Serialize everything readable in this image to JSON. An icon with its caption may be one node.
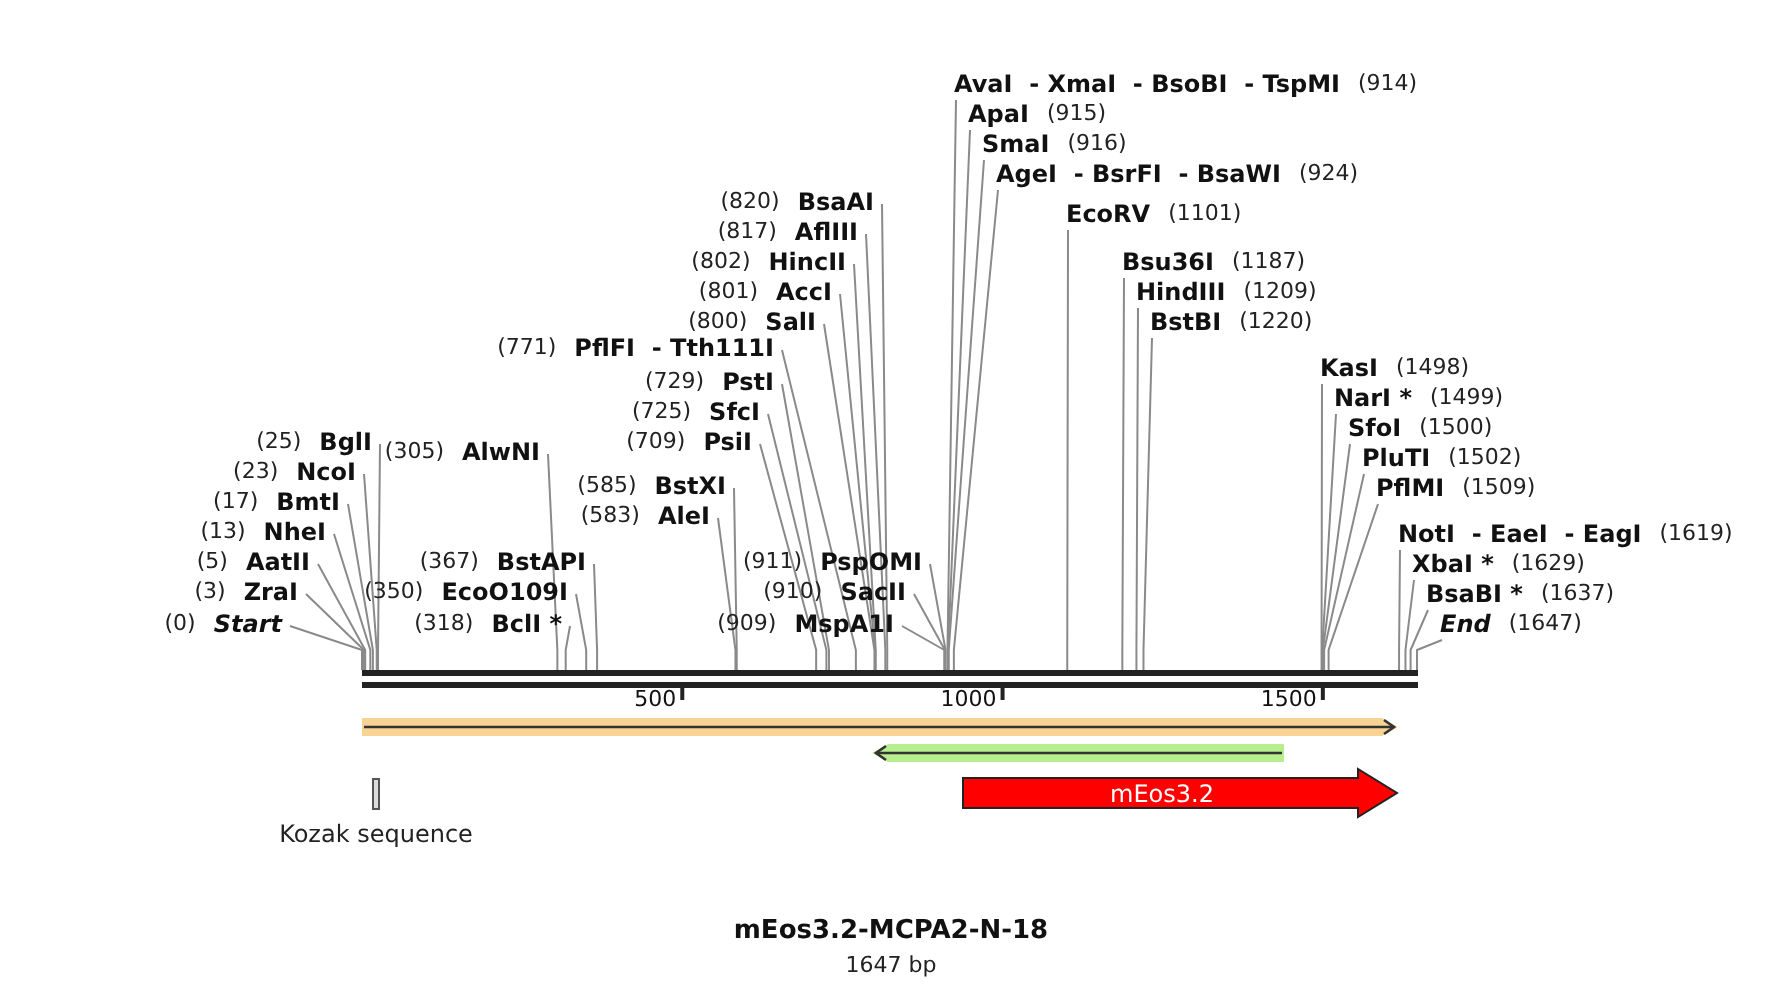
{
  "diagram": {
    "title": "mEos3.2-MCPA2-N-18",
    "caption": "1647 bp",
    "nodes": [
      {
        "text": [
          "AvaI  - XmaI  - BsoBI  - TspMI",
          "(914)"
        ]
      },
      {
        "text": [
          "ApaI",
          "(915)"
        ]
      },
      {
        "text": [
          "SmaI",
          "(916)"
        ]
      },
      {
        "text": [
          "AgeI  - BsrFI  - BsaWI",
          "(924)"
        ]
      },
      {
        "text": [
          "(820)",
          "BsaAI"
        ]
      },
      {
        "text": [
          "EcoRV",
          "(1101)"
        ]
      },
      {
        "text": [
          "(817)",
          "AflIII"
        ]
      },
      {
        "text": [
          "(802)",
          "HincII"
        ]
      },
      {
        "text": [
          "Bsu36I",
          "(1187)"
        ]
      },
      {
        "text": [
          "(801)",
          "AccI"
        ]
      },
      {
        "text": [
          "HindIII",
          "(1209)"
        ]
      },
      {
        "text": [
          "(800)",
          "SalI"
        ]
      },
      {
        "text": [
          "BstBI",
          "(1220)"
        ]
      },
      {
        "text": [
          "(771)",
          "PflFI  - Tth111I"
        ]
      },
      {
        "text": [
          "KasI",
          "(1498)"
        ]
      },
      {
        "text": [
          "(729)",
          "PstI"
        ]
      },
      {
        "text": [
          "NarI *",
          "(1499)"
        ]
      },
      {
        "text": [
          "(725)",
          "SfcI"
        ]
      },
      {
        "text": [
          "SfoI",
          "(1500)"
        ]
      },
      {
        "text": [
          "(25)",
          "BglI"
        ]
      },
      {
        "text": [
          "(709)",
          "PsiI"
        ]
      },
      {
        "text": [
          "(305)",
          "AlwNI"
        ]
      },
      {
        "text": [
          "PluTI",
          "(1502)"
        ]
      },
      {
        "text": [
          "(23)",
          "NcoI"
        ]
      },
      {
        "text": [
          "(585)",
          "BstXI"
        ]
      },
      {
        "text": [
          "PflMI",
          "(1509)"
        ]
      },
      {
        "text": [
          "(17)",
          "BmtI"
        ]
      },
      {
        "text": [
          "(583)",
          "AleI"
        ]
      },
      {
        "text": [
          "NotI  - EaeI  - EagI",
          "(1619)"
        ]
      },
      {
        "text": [
          "(13)",
          "NheI"
        ]
      },
      {
        "text": [
          "(5)",
          "AatII"
        ]
      },
      {
        "text": [
          "(367)",
          "BstAPI"
        ]
      },
      {
        "text": [
          "(911)",
          "PspOMI"
        ]
      },
      {
        "text": [
          "XbaI *",
          "(1629)"
        ]
      },
      {
        "text": [
          "(3)",
          "ZraI"
        ]
      },
      {
        "text": [
          "(350)",
          "EcoO109I"
        ]
      },
      {
        "text": [
          "(910)",
          "SacII"
        ]
      },
      {
        "text": [
          "BsaBI *",
          "(1637)"
        ]
      },
      {
        "text": [
          "(0)",
          "Start"
        ]
      },
      {
        "text": [
          "(318)",
          "BclI *"
        ]
      },
      {
        "text": [
          "(909)",
          "MspA1I"
        ]
      },
      {
        "text": [
          "End",
          "(1647)"
        ]
      },
      {
        "text": [],
        "shape": "bar"
      },
      {
        "text": [],
        "shape": "arrow"
      },
      {
        "text": [],
        "shape": "arrow"
      },
      {
        "text": [
          "mEos3.2"
        ]
      },
      {
        "text": [],
        "shape": "box",
        "beside": [
          "Kozak sequence"
        ]
      }
    ],
    "edges": [
      {
        "from": 0,
        "to": 42,
        "arrow": "none"
      },
      {
        "from": 1,
        "to": 42,
        "arrow": "none"
      },
      {
        "from": 2,
        "to": 42,
        "arrow": "none"
      },
      {
        "from": 3,
        "to": 42,
        "arrow": "none"
      },
      {
        "from": 4,
        "to": 42,
        "arrow": "none"
      },
      {
        "from": 5,
        "to": 42,
        "arrow": "none"
      },
      {
        "from": 6,
        "to": 42,
        "arrow": "none"
      },
      {
        "from": 7,
        "to": 42,
        "arrow": "none"
      },
      {
        "from": 8,
        "to": 42,
        "arrow": "none"
      },
      {
        "from": 9,
        "to": 42,
        "arrow": "none"
      },
      {
        "from": 10,
        "to": 42,
        "arrow": "none"
      },
      {
        "from": 11,
        "to": 42,
        "arrow": "none"
      },
      {
        "from": 12,
        "to": 42,
        "arrow": "none"
      },
      {
        "from": 13,
        "to": 42,
        "arrow": "none"
      },
      {
        "from": 14,
        "to": 42,
        "arrow": "none"
      },
      {
        "from": 15,
        "to": 42,
        "arrow": "none"
      },
      {
        "from": 16,
        "to": 42,
        "arrow": "none"
      },
      {
        "from": 17,
        "to": 42,
        "arrow": "none"
      },
      {
        "from": 18,
        "to": 42,
        "arrow": "none"
      },
      {
        "from": 19,
        "to": 42,
        "arrow": "none"
      },
      {
        "from": 20,
        "to": 42,
        "arrow": "none"
      },
      {
        "from": 21,
        "to": 42,
        "arrow": "none"
      },
      {
        "from": 22,
        "to": 42,
        "arrow": "none"
      },
      {
        "from": 23,
        "to": 42,
        "arrow": "none"
      },
      {
        "from": 24,
        "to": 42,
        "arrow": "none"
      },
      {
        "from": 25,
        "to": 42,
        "arrow": "none"
      },
      {
        "from": 26,
        "to": 42,
        "arrow": "none"
      },
      {
        "from": 27,
        "to": 42,
        "arrow": "none"
      },
      {
        "from": 28,
        "to": 42,
        "arrow": "none"
      },
      {
        "from": 29,
        "to": 42,
        "arrow": "none"
      },
      {
        "from": 30,
        "to": 42,
        "arrow": "none"
      },
      {
        "from": 31,
        "to": 42,
        "arrow": "none"
      },
      {
        "from": 32,
        "to": 42,
        "arrow": "none"
      },
      {
        "from": 33,
        "to": 42,
        "arrow": "none"
      },
      {
        "from": 34,
        "to": 42,
        "arrow": "none"
      },
      {
        "from": 35,
        "to": 42,
        "arrow": "none"
      },
      {
        "from": 36,
        "to": 42,
        "arrow": "none"
      },
      {
        "from": 37,
        "to": 42,
        "arrow": "none"
      },
      {
        "from": 38,
        "to": 42,
        "arrow": "none"
      },
      {
        "from": 39,
        "to": 42,
        "arrow": "none"
      },
      {
        "from": 40,
        "to": 42,
        "arrow": "none"
      },
      {
        "from": 41,
        "to": 42,
        "arrow": "none"
      }
    ],
    "labels": [
      "500",
      "1000",
      "1500"
    ]
  }
}
